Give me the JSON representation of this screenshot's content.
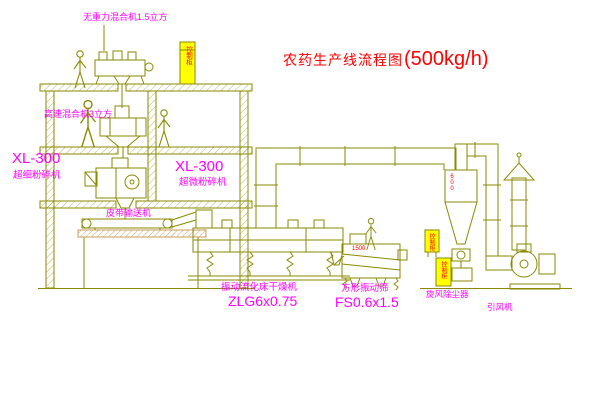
{
  "title": {
    "main": "农药生产线流程图",
    "capacity": "(500kg/h)"
  },
  "labels": {
    "top_mixer": "无重力混合机1.5立方",
    "high_speed_mixer": "高速混合机3立方",
    "mill_left_model": "XL-300",
    "mill_left_name": "超细粉碎机",
    "mill_mid_model": "XL-300",
    "mill_mid_name": "超微粉碎机",
    "belt_conveyor": "皮带输送机",
    "dryer_name": "振动流化床干燥机",
    "dryer_model": "ZLG6x0.75",
    "screen_name": "方形振动筛",
    "screen_model": "FS0.6x1.5",
    "cyclone": "旋风除尘器",
    "fan": "引风机"
  },
  "marks": {
    "control_cabinet_top": "控制柜",
    "control_cabinet_mid": "控制柜",
    "control_cabinet_low": "控制柜",
    "cyclone_size": "600",
    "screen_feed": "1500"
  },
  "colors": {
    "line": "#8a8a00",
    "label": "#ff00ff",
    "title": "#ff0000",
    "cabinet_fill": "#ffff00",
    "cabinet_text": "#ff0000",
    "floor_hatch": "#c89b5a",
    "background": "#ffffff"
  }
}
